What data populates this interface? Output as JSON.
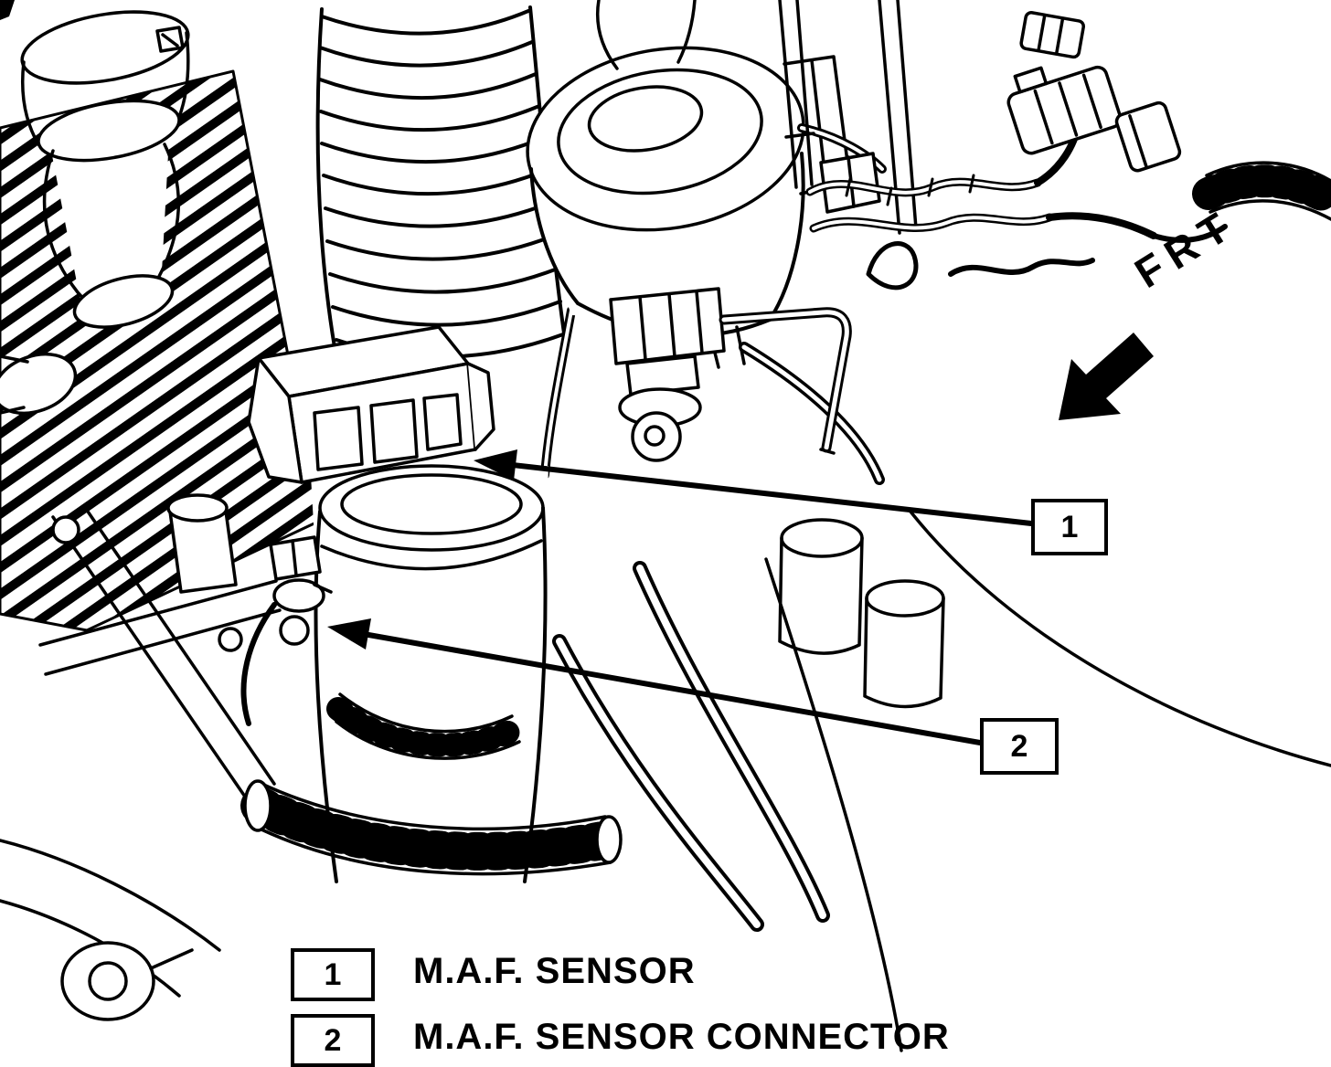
{
  "colors": {
    "ink": "#000000",
    "paper": "#ffffff"
  },
  "callouts": [
    {
      "number": "1",
      "label": "M.A.F. SENSOR"
    },
    {
      "number": "2",
      "label": "M.A.F. SENSOR CONNECTOR"
    }
  ],
  "orientation": {
    "front_label": "FRT"
  }
}
